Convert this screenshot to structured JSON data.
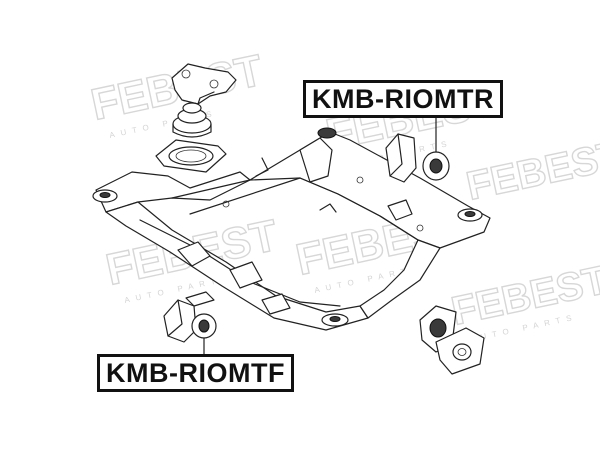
{
  "watermark": {
    "brand": "FEBEST",
    "subtext": "AUTO PARTS"
  },
  "labels": {
    "rear_mount": "KMB-RIOMTR",
    "front_mount": "KMB-RIOMTF"
  },
  "colors": {
    "line": "#222222",
    "watermark": "#d7d7d7",
    "label_border": "#111111"
  }
}
